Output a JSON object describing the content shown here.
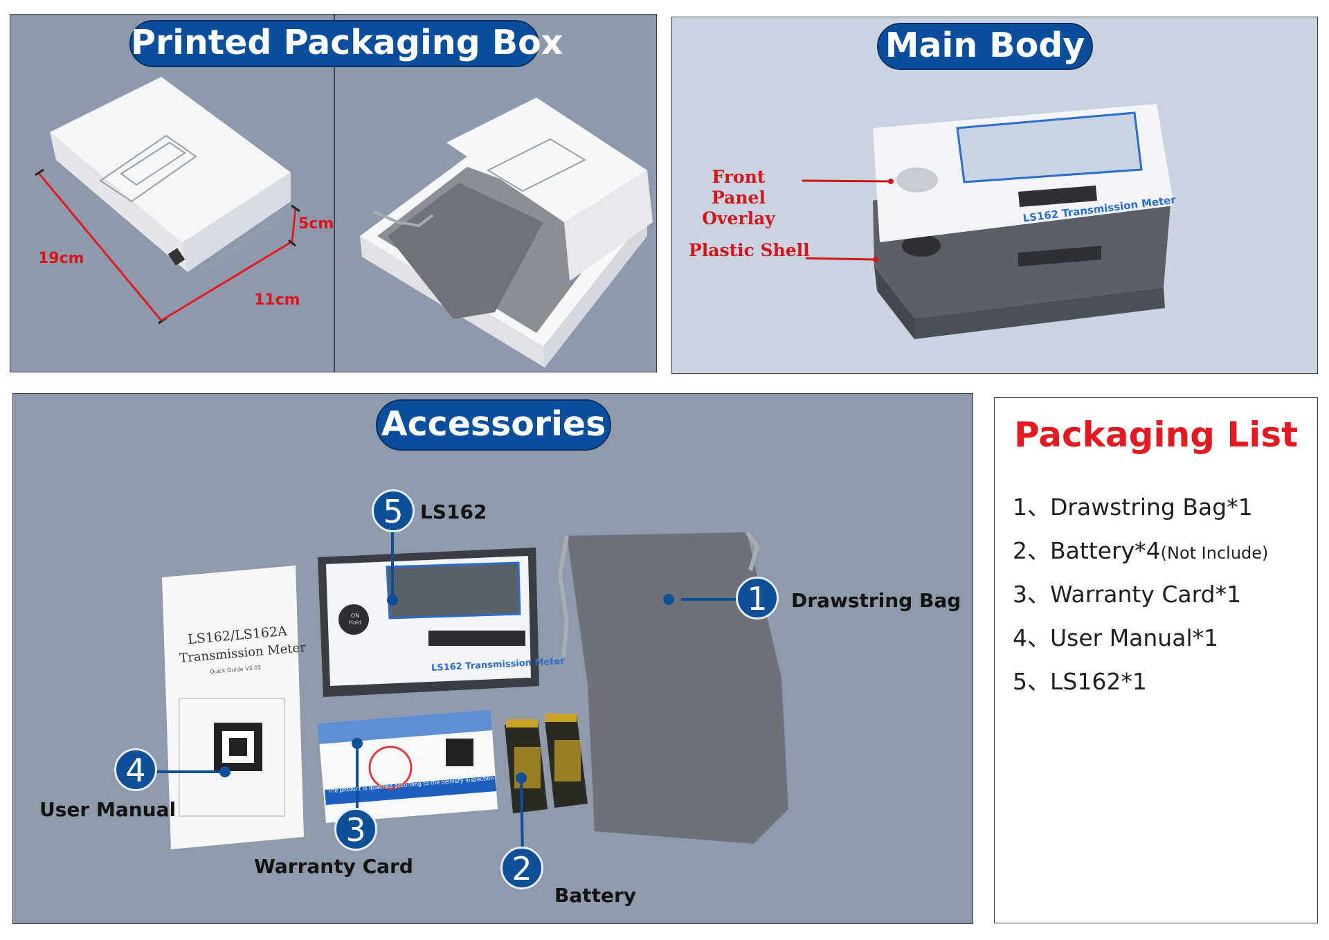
{
  "panels": {
    "packaging_box": {
      "title": "Printed Packaging Box",
      "dim_length": "19cm",
      "dim_width": "11cm",
      "dim_height": "5cm",
      "box_print": "Transmission Meter"
    },
    "main_body": {
      "title": "Main Body",
      "label_front_panel": "Front Panel\nOverlay",
      "label_plastic_shell": "Plastic Shell",
      "overlay_print": "LS162 Transmission Meter"
    },
    "accessories": {
      "title": "Accessories",
      "items": [
        {
          "number": "1",
          "label": "Drawstring Bag"
        },
        {
          "number": "2",
          "label": "Battery"
        },
        {
          "number": "3",
          "label": "Warranty Card"
        },
        {
          "number": "4",
          "label": "User Manual"
        },
        {
          "number": "5",
          "label": "LS162"
        }
      ],
      "manual_title_1": "LS162/LS162A",
      "manual_title_2": "Transmission Meter",
      "manual_sub": "Quick Guide V3.02",
      "device_print": "LS162  Transmission Meter",
      "button_print": "ON Hold",
      "warranty_banner": "The product is qualified according to the delivery inspection"
    }
  },
  "packaging_list": {
    "title": "Packaging List",
    "items": [
      {
        "text": "1、Drawstring Bag*1",
        "note": ""
      },
      {
        "text": "2、Battery*4",
        "note": "(Not Include)"
      },
      {
        "text": "3、Warranty Card*1",
        "note": ""
      },
      {
        "text": "4、User Manual*1",
        "note": ""
      },
      {
        "text": "5、LS162*1",
        "note": ""
      }
    ]
  },
  "colors": {
    "pill_blue": "#0b4e9d",
    "label_red": "#e0131b",
    "panel_bg": "#8f9aa9",
    "main_bg": "#cbd3e1",
    "device_gray": "#5a5e66"
  }
}
